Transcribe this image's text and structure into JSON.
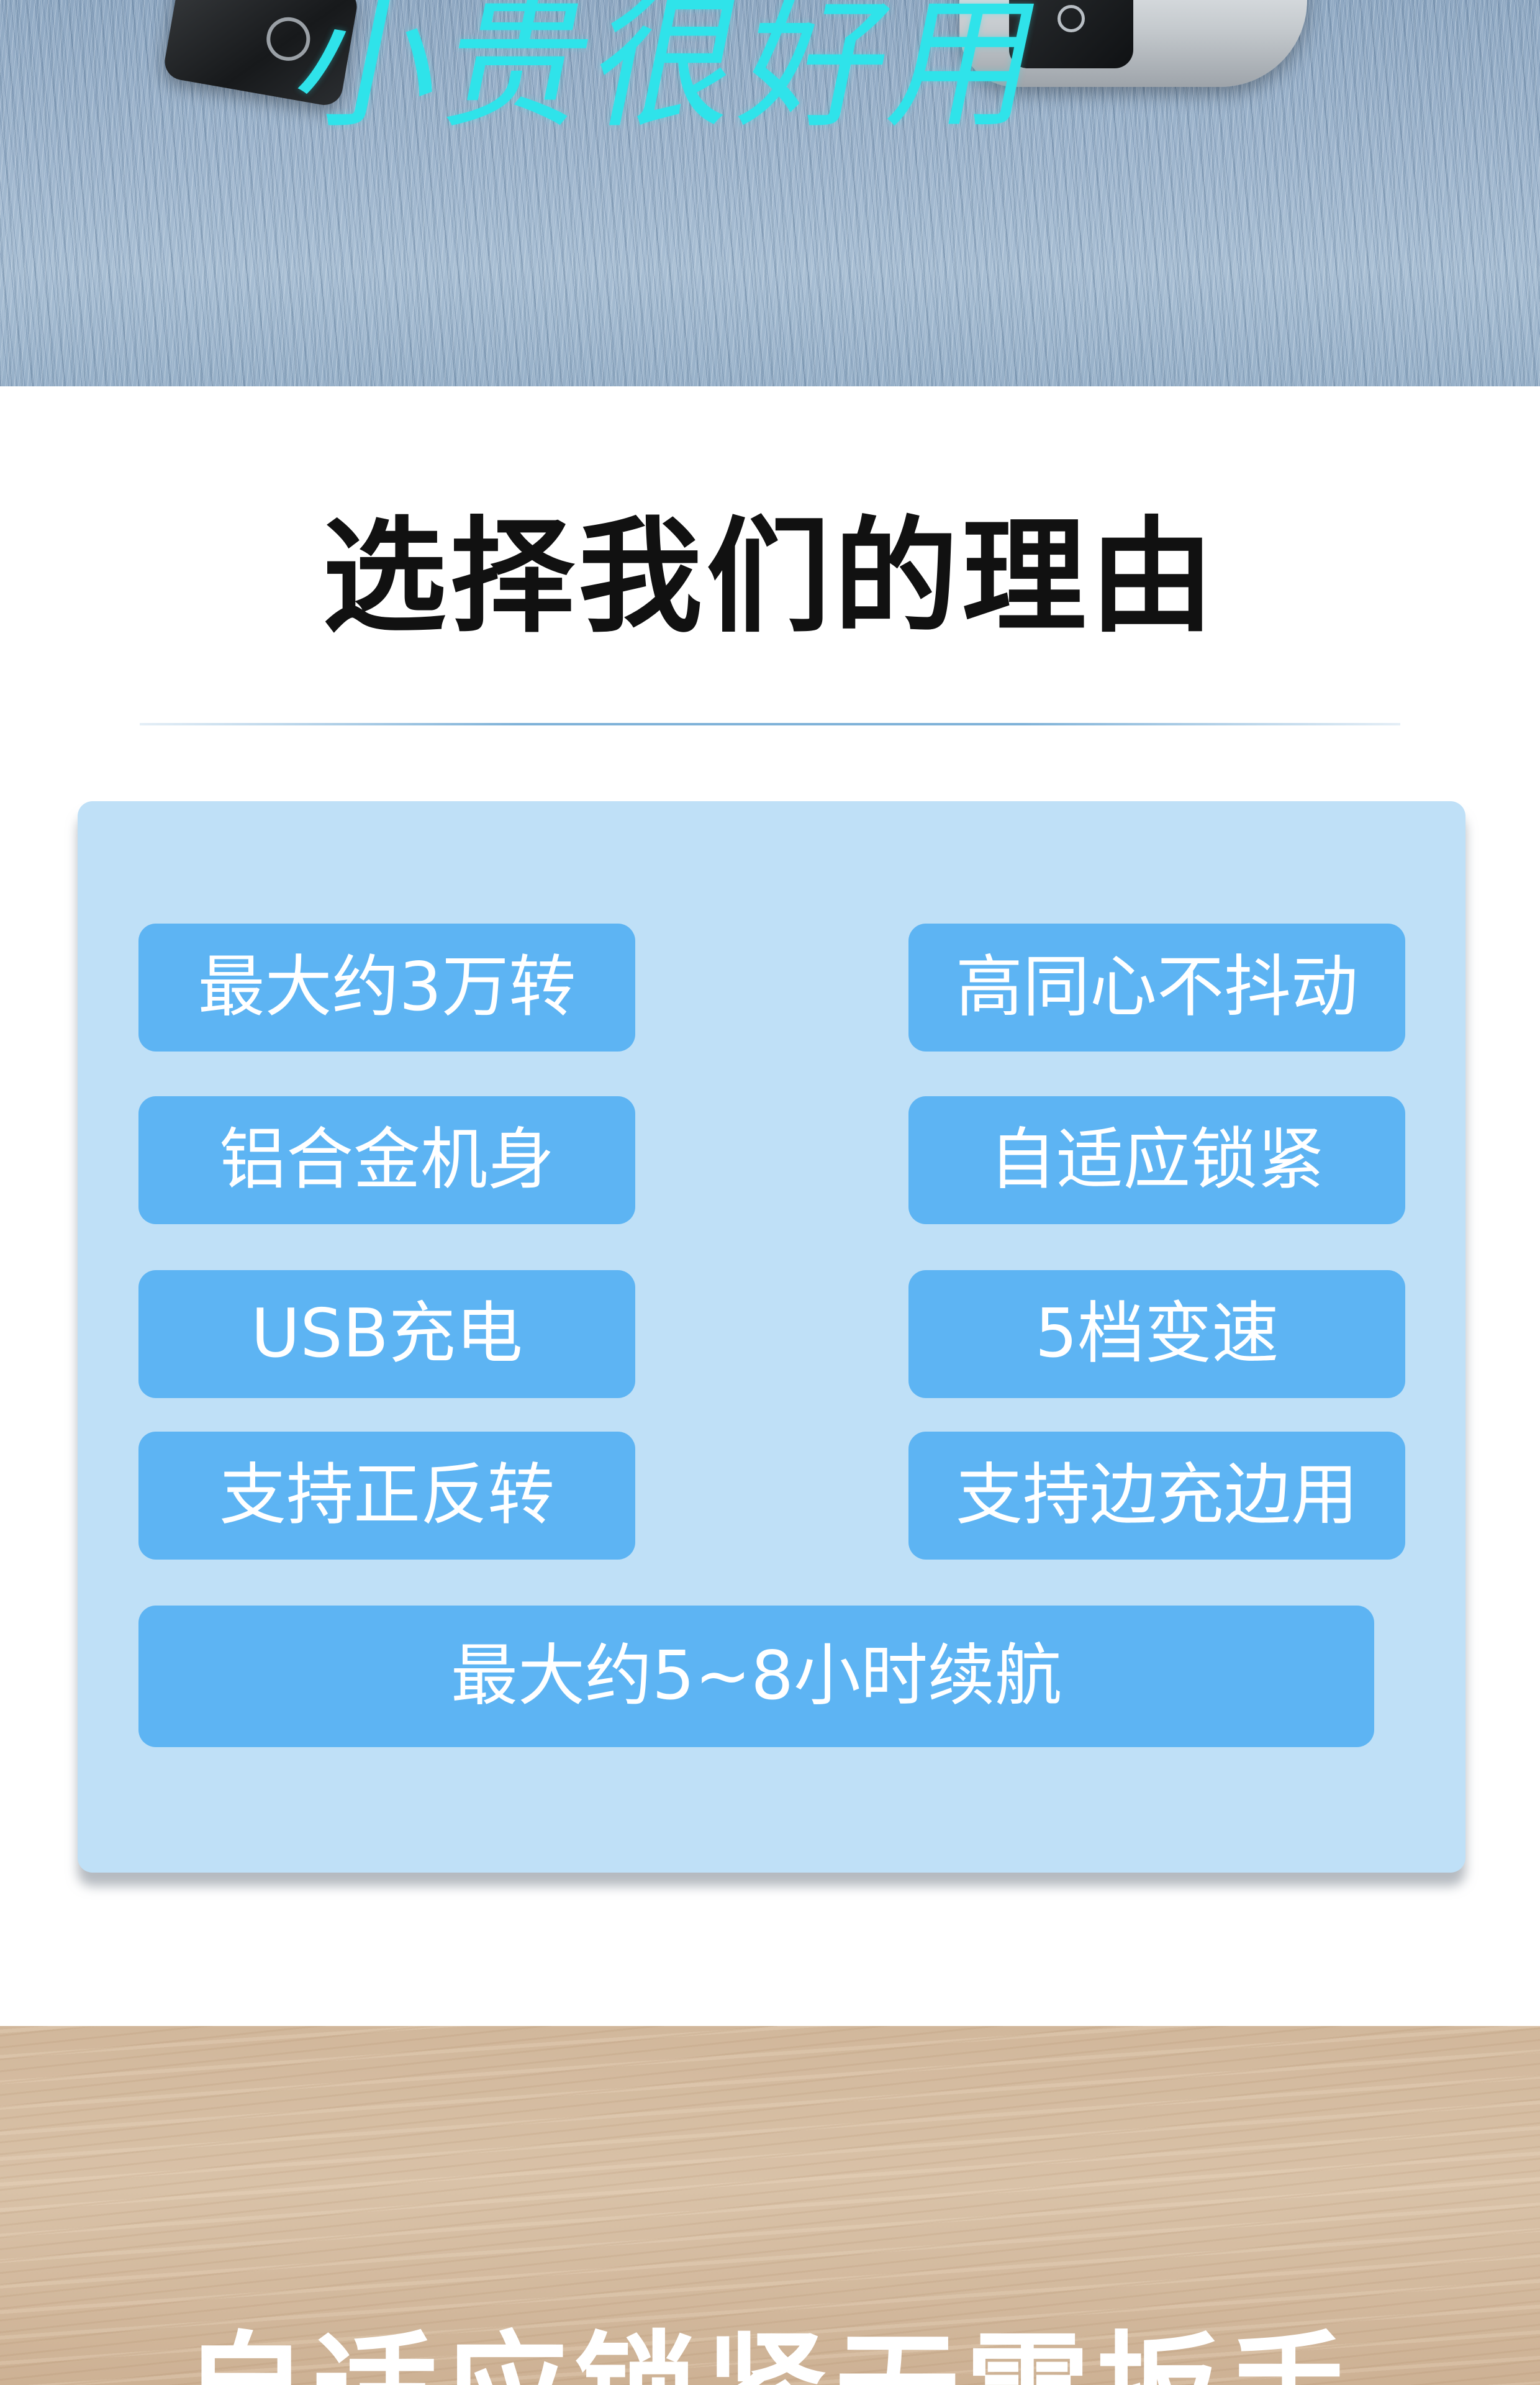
{
  "hero": {
    "slogan": "小贵很好用"
  },
  "reasons": {
    "title": "选择我们的理由",
    "features": [
      "最大约3万转",
      "高同心不抖动",
      "铝合金机身",
      "自适应锁紧",
      "USB充电",
      "5档变速",
      "支持正反转",
      "支持边充边用",
      "最大约5~8小时续航"
    ]
  },
  "next_section": {
    "title": "自适应锁紧无需扳手"
  },
  "colors": {
    "panel_background": "#bfe0f7",
    "pill_background": "#5db4f3",
    "slogan_color": "#2fe3ea"
  }
}
